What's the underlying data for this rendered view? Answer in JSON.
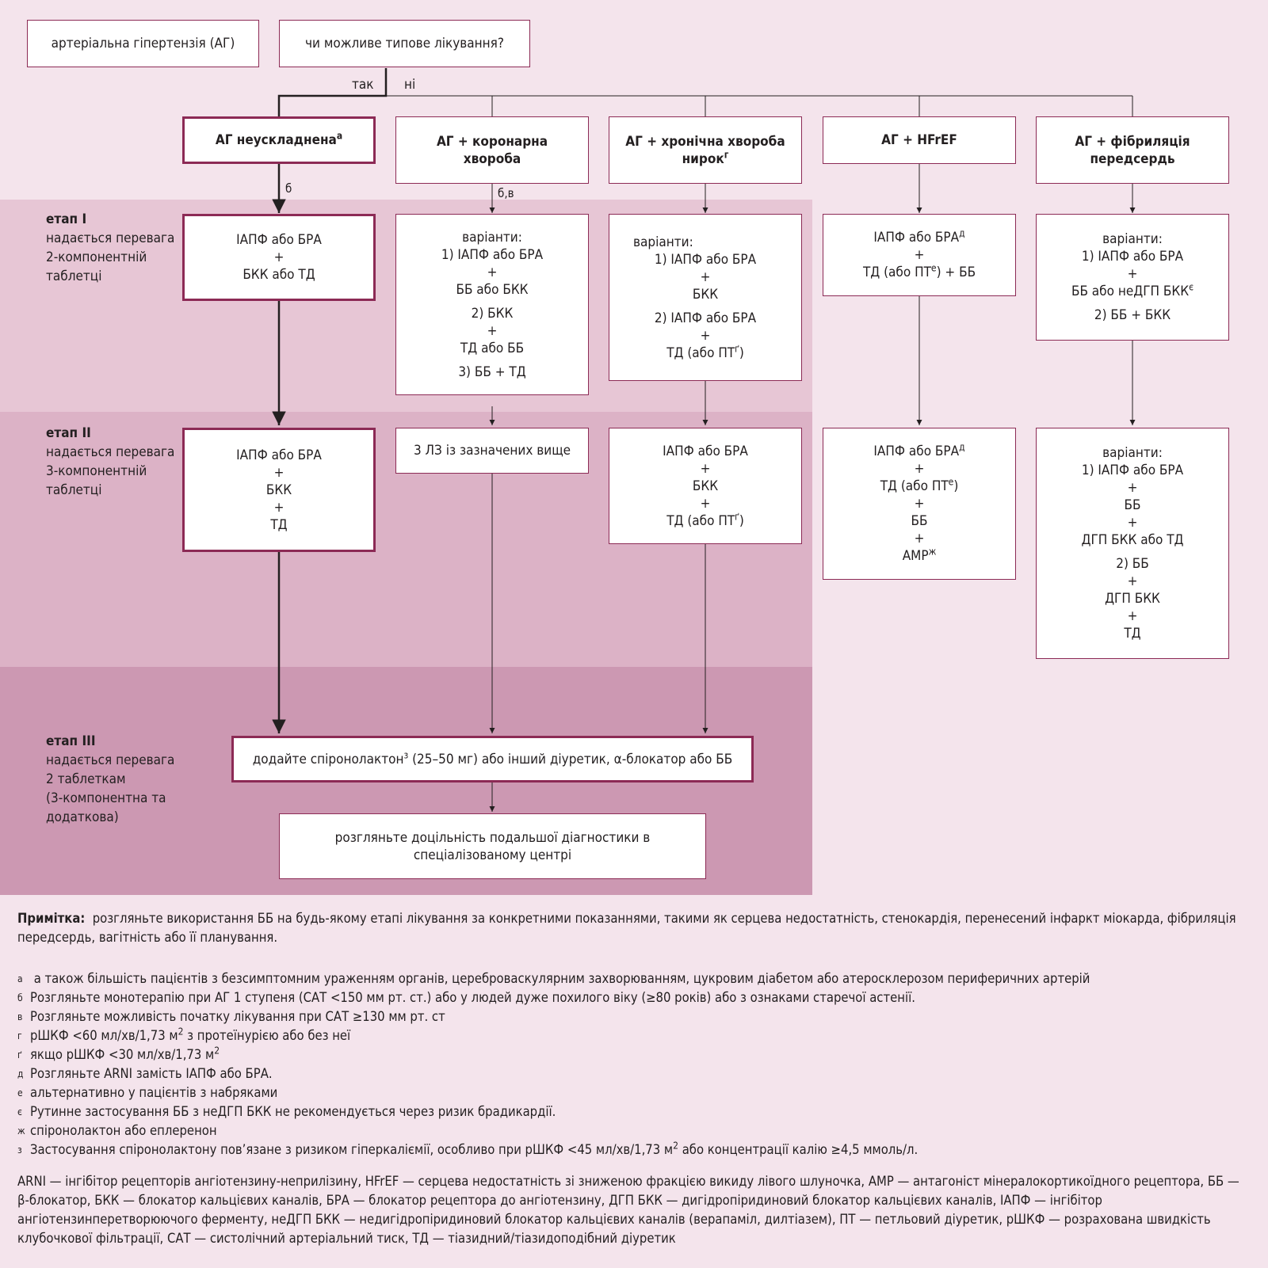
{
  "top": {
    "ag": "артеріальна гіпертензія (АГ)",
    "question": "чи можливе типове лікування?",
    "yes": "так",
    "no": "ні"
  },
  "groups": {
    "g1": "АГ неускладнена",
    "g1_sup": "а",
    "g2": [
      "АГ + коронарна",
      "хвороба"
    ],
    "g3": [
      "АГ + хронічна хвороба",
      "нирок"
    ],
    "g3_sup": "г",
    "g4": "АГ + HFrEF",
    "g5": [
      "АГ + фібриляція",
      "передсердь"
    ]
  },
  "edge_labels": {
    "b": "б",
    "bv": "б,в"
  },
  "stages": {
    "s1": [
      "етап I",
      "надається перевага",
      "2-компонентній",
      "таблетці"
    ],
    "s2": [
      "етап II",
      "надається перевага",
      "3-компонентній",
      "таблетці"
    ],
    "s3": [
      "етап III",
      "надається перевага",
      "2 таблеткам",
      "(3-компонентна та",
      "додаткова)"
    ]
  },
  "stage1": {
    "c1": [
      "ІАПФ або БРА",
      "+",
      "БКК або ТД"
    ],
    "c2": [
      "варіанти:",
      "1) ІАПФ або БРА",
      "+",
      "ББ або БКК",
      "2) БКК",
      "+",
      "ТД або ББ",
      "3) ББ + ТД"
    ],
    "c3": [
      "варіанти:",
      "1) ІАПФ або БРА",
      "+",
      "БКК",
      "2) ІАПФ або БРА",
      "+",
      "ТД (або ПТ",
      "ґ",
      ")"
    ],
    "c4": [
      "ІАПФ або БРА",
      "д",
      "+",
      "ТД (або ПТ",
      "е",
      ") + ББ"
    ],
    "c5": [
      "варіанти:",
      "1) ІАПФ або БРА",
      "+",
      "ББ або неДГП БКК",
      "є",
      "2) ББ + БКК"
    ]
  },
  "stage2": {
    "c1": [
      "ІАПФ або БРА",
      "+",
      "БКК",
      "+",
      "ТД"
    ],
    "c2": "3 ЛЗ із зазначених вище",
    "c3": [
      "ІАПФ або БРА",
      "+",
      "БКК",
      "+",
      "ТД (або ПТ",
      "ґ",
      ")"
    ],
    "c4": [
      "ІАПФ або БРА",
      "д",
      "+",
      "ТД (або ПТ",
      "е",
      ")",
      "+",
      "ББ",
      "+",
      "АМР",
      "ж"
    ],
    "c5": [
      "варіанти:",
      "1) ІАПФ або БРА",
      "+",
      "ББ",
      "+",
      "ДГП БКК або ТД",
      "2) ББ",
      "+",
      "ДГП БКК",
      "+",
      "ТД"
    ]
  },
  "stage3": {
    "add_pre": "додайте спіронолактон",
    "add_sup": "з",
    "add_post": " (25–50 мг) або інший діуретик, α-блокатор або ББ",
    "refer": [
      "розгляньте доцільність подальшої діагностики в",
      "спеціалізованому центрі"
    ]
  },
  "notes": {
    "note_label": "Примітка:",
    "note_text": "розгляньте використання ББ на будь-якому етапі лікування за конкретними показаннями, такими як серцева недостатність, стенокардія, перенесений інфаркт міокарда, фібриляція передсердь, вагітність або її планування.",
    "footnotes": [
      {
        "m": "а",
        "t": " а також більшість пацієнтів з безсимптомним ураженням органів, цереброваскулярним захворюванням, цукровим діабетом або атеросклерозом периферичних артерій"
      },
      {
        "m": "б",
        "t": "Розгляньте монотерапію при АГ 1 ступеня (САТ <150 мм рт. ст.) або у людей дуже похилого віку (≥80 років) або з ознаками старечої астенії."
      },
      {
        "m": "в",
        "t": "Розгляньте можливість початку лікування при САТ ≥130 мм рт. ст"
      },
      {
        "m": "г",
        "t": "рШКФ <60 мл/хв/1,73 м",
        "s": "2",
        "t2": " з протеїнурією або без неї"
      },
      {
        "m": "ґ",
        "t": "якщо рШКФ <30 мл/хв/1,73 м",
        "s": "2",
        "t2": ""
      },
      {
        "m": "д",
        "t": "Розгляньте ARNI замість ІАПФ або БРА."
      },
      {
        "m": "е",
        "t": "альтернативно у пацієнтів з набряками"
      },
      {
        "m": "є",
        "t": "Рутинне застосування ББ з неДГП БКК не рекомендується через ризик брадикардії."
      },
      {
        "m": "ж",
        "t": "спіронолактон або еплеренон"
      },
      {
        "m": "з",
        "t": "Застосування спіронолактону пов’язане з ризиком гіперкаліємії, особливо при рШКФ <45 мл/хв/1,73 м",
        "s": "2",
        "t2": " або концентрації калію ≥4,5 ммоль/л."
      }
    ],
    "abbrev": "ARNI — інгібітор рецепторів ангіотензину-неприлізину, HFrEF — серцева недостатність зі зниженою фракцією викиду лівого шлуночка, АМР — антагоніст мінералокортикоїдного рецептора, ББ — β-блокатор, БКК — блокатор кальцієвих каналів, БРА — блокатор рецептора до ангіотензину, ДГП БКК — дигідропіридиновий блокатор кальцієвих каналів, ІАПФ — інгібітор ангіотензинперетворюючого ферменту, неДГП БКК — недигідропіридиновий блокатор кальцієвих каналів (верапаміл, дилтіазем), ПТ — петльовий діуретик, рШКФ — розрахована швидкість клубочкової фільтрації, САТ — систолічний артеріальний тиск, ТД — тіазидний/тіазидоподібний діуретик"
  },
  "colors": {
    "border": "#8c2a55",
    "bg": "#f4e4ec",
    "band1": "#e7c6d5",
    "band2": "#dcb2c6",
    "band3": "#cc98b2"
  }
}
